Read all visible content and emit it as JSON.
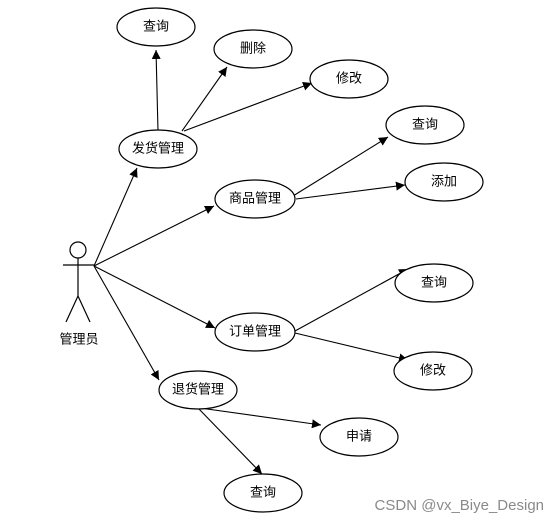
{
  "actor": {
    "label": "管理员"
  },
  "use_cases": {
    "fahuo": "发货管理",
    "fahuo_query": "查询",
    "fahuo_delete": "删除",
    "fahuo_edit": "修改",
    "shangpin": "商品管理",
    "shangpin_query": "查询",
    "shangpin_add": "添加",
    "dingdan": "订单管理",
    "dingdan_query": "查询",
    "dingdan_edit": "修改",
    "tuihuo": "退货管理",
    "tuihuo_apply": "申请",
    "tuihuo_query": "查询"
  },
  "watermark": "CSDN @vx_Biye_Design"
}
